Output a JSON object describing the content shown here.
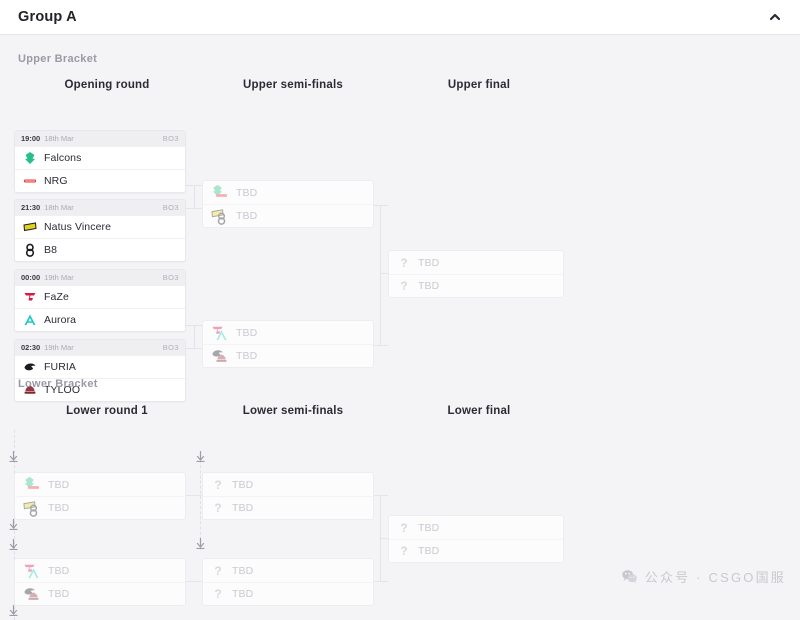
{
  "header": {
    "title": "Group A",
    "collapse_icon": "chevron-up-icon"
  },
  "sections": {
    "upper_label": "Upper Bracket",
    "lower_label": "Lower Bracket"
  },
  "rounds": {
    "upper": [
      "Opening round",
      "Upper semi-finals",
      "Upper final"
    ],
    "lower": [
      "Lower round 1",
      "Lower semi-finals",
      "Lower final"
    ]
  },
  "labels": {
    "tbd": "TBD",
    "format": "BO3",
    "qmark": "?"
  },
  "upper_bracket": {
    "opening_round": [
      {
        "time": "19:00",
        "date": "18th Mar",
        "format": "BO3",
        "teams": [
          {
            "name": "Falcons",
            "logo": "falcons-logo",
            "color": "#27c08a"
          },
          {
            "name": "NRG",
            "logo": "nrg-logo",
            "color": "#e23b3b"
          }
        ]
      },
      {
        "time": "21:30",
        "date": "18th Mar",
        "format": "BO3",
        "teams": [
          {
            "name": "Natus Vincere",
            "logo": "navi-logo",
            "color": "#e3d21c"
          },
          {
            "name": "B8",
            "logo": "b8-logo",
            "color": "#1c1c22"
          }
        ]
      },
      {
        "time": "00:00",
        "date": "19th Mar",
        "format": "BO3",
        "teams": [
          {
            "name": "FaZe",
            "logo": "faze-logo",
            "color": "#d6184a"
          },
          {
            "name": "Aurora",
            "logo": "aurora-logo",
            "color": "#1fc8c0"
          }
        ]
      },
      {
        "time": "02:30",
        "date": "19th Mar",
        "format": "BO3",
        "teams": [
          {
            "name": "FURIA",
            "logo": "furia-logo",
            "color": "#1c1c22"
          },
          {
            "name": "TYLOO",
            "logo": "tyloo-logo",
            "color": "#9b3340"
          }
        ]
      }
    ],
    "semi_finals": [
      {
        "teams": [
          {
            "name": "TBD",
            "ghost": [
              "falcons-logo",
              "nrg-logo"
            ],
            "colors": [
              "#27c08a",
              "#e23b3b"
            ]
          },
          {
            "name": "TBD",
            "ghost": [
              "navi-logo",
              "b8-logo"
            ],
            "colors": [
              "#e3d21c",
              "#1c1c22"
            ]
          }
        ]
      },
      {
        "teams": [
          {
            "name": "TBD",
            "ghost": [
              "faze-logo",
              "aurora-logo"
            ],
            "colors": [
              "#d6184a",
              "#1fc8c0"
            ]
          },
          {
            "name": "TBD",
            "ghost": [
              "furia-logo",
              "tyloo-logo"
            ],
            "colors": [
              "#1c1c22",
              "#9b3340"
            ]
          }
        ]
      }
    ],
    "final": [
      {
        "teams": [
          {
            "name": "TBD",
            "icon": "question-mark-icon"
          },
          {
            "name": "TBD",
            "icon": "question-mark-icon"
          }
        ]
      }
    ]
  },
  "lower_bracket": {
    "round_1": [
      {
        "teams": [
          {
            "name": "TBD",
            "ghost": [
              "falcons-logo",
              "nrg-logo"
            ],
            "colors": [
              "#27c08a",
              "#e23b3b"
            ]
          },
          {
            "name": "TBD",
            "ghost": [
              "navi-logo",
              "b8-logo"
            ],
            "colors": [
              "#e3d21c",
              "#1c1c22"
            ]
          }
        ]
      },
      {
        "teams": [
          {
            "name": "TBD",
            "ghost": [
              "faze-logo",
              "aurora-logo"
            ],
            "colors": [
              "#d6184a",
              "#1fc8c0"
            ]
          },
          {
            "name": "TBD",
            "ghost": [
              "furia-logo",
              "tyloo-logo"
            ],
            "colors": [
              "#1c1c22",
              "#9b3340"
            ]
          }
        ]
      }
    ],
    "semi_finals": [
      {
        "teams": [
          {
            "name": "TBD",
            "icon": "question-mark-icon"
          },
          {
            "name": "TBD",
            "icon": "question-mark-icon"
          }
        ]
      },
      {
        "teams": [
          {
            "name": "TBD",
            "icon": "question-mark-icon"
          },
          {
            "name": "TBD",
            "icon": "question-mark-icon"
          }
        ]
      }
    ],
    "final": [
      {
        "teams": [
          {
            "name": "TBD",
            "icon": "question-mark-icon"
          },
          {
            "name": "TBD",
            "icon": "question-mark-icon"
          }
        ]
      }
    ]
  },
  "watermark": {
    "icon": "wechat-icon",
    "text": "公众号 · CSGO国服"
  }
}
